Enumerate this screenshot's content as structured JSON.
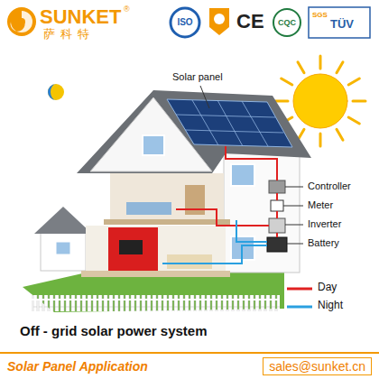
{
  "diagram": {
    "title": "Off - grid solar power system",
    "nodes": [
      {
        "text": [
          "Solar Panel Application",
          "sales@sunket.cn"
        ]
      }
    ],
    "labels": [
      "SUNKET",
      "®",
      "萨科特",
      "ISO",
      "CE",
      "CQC",
      "SGS",
      "TÜV",
      "Solar panel",
      "Controller",
      "Meter",
      "Inverter",
      "Battery"
    ],
    "legend": [
      {
        "text": "Day",
        "color": "#e02020"
      },
      {
        "text": "Night",
        "color": "#2aa0e0"
      }
    ]
  }
}
